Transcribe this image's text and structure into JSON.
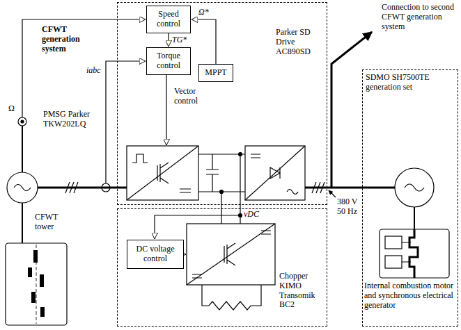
{
  "diagram": {
    "nodes": [
      {
        "text": [
          "Parker SD Drive AC890SD"
        ]
      },
      {
        "text": [
          "Speed control"
        ],
        "in": 0
      },
      {
        "text": [
          "Torque control"
        ],
        "in": 0
      },
      {
        "text": [
          "MPPT"
        ],
        "in": 0
      },
      {
        "text": [
          "Chopper KIMO Transomik BC2"
        ]
      },
      {
        "text": [
          "DC voltage control"
        ],
        "in": 4
      },
      {
        "text": [
          "SDMO SH7500TE generation set",
          "Internal combustion motor and synchronous electrical generator"
        ]
      }
    ],
    "edges": [
      {
        "from": 3,
        "to": 1,
        "arrow": "to",
        "label": "Ω*"
      },
      {
        "from": 1,
        "to": 2,
        "arrow": "to",
        "label": "TG*"
      }
    ],
    "labels": [
      "CFWT generation system",
      "Ω",
      "iabc",
      "Vector control",
      "PMSG Parker TKW202LQ",
      "CFWT tower",
      "vDC",
      "Connection to second CFWT generation system",
      "380 V 50 Hz"
    ]
  }
}
